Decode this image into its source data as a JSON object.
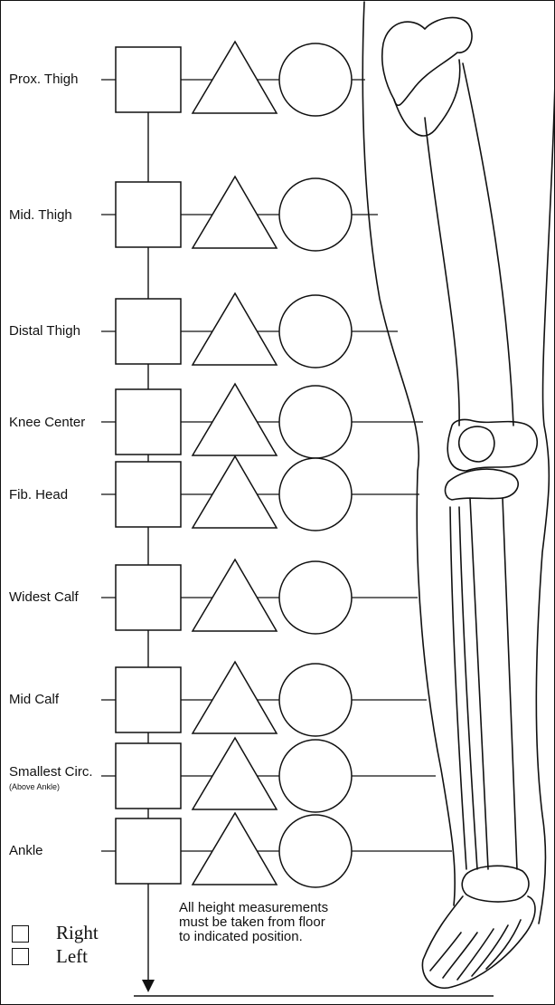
{
  "diagram": {
    "rows": [
      {
        "label": "Prox. Thigh"
      },
      {
        "label": "Mid. Thigh"
      },
      {
        "label": "Distal Thigh"
      },
      {
        "label": "Knee Center"
      },
      {
        "label": "Fib. Head"
      },
      {
        "label": "Widest Calf"
      },
      {
        "label": "Mid Calf"
      },
      {
        "label": "Smallest Circ.",
        "sublabel": "(Above Ankle)"
      },
      {
        "label": "Ankle"
      }
    ],
    "legend": {
      "right_label": "Right",
      "left_label": "Left"
    },
    "note": {
      "line1": "All height measurements",
      "line2": "must be taken from floor",
      "line3": "to indicated position."
    },
    "stroke_color": "#111111"
  }
}
